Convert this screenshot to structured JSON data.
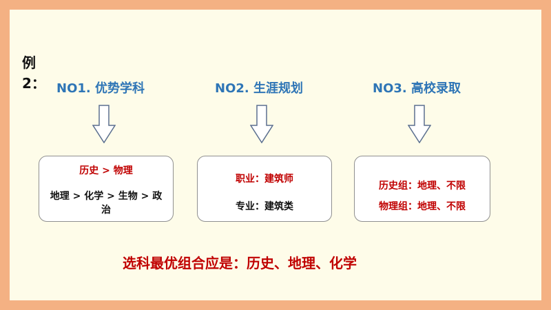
{
  "example_label": "例 2：",
  "columns": [
    {
      "heading": "NO1.  优势学科",
      "line1": "历史 > 物理",
      "line2": "地理 > 化学 > 生物 > 政治"
    },
    {
      "heading": "NO2.  生涯规划",
      "line1": "职业：建筑师",
      "line2": "专业：建筑类"
    },
    {
      "heading": "NO3.  高校录取",
      "line1": "历史组：地理、不限",
      "line2": "物理组：地理、不限"
    }
  ],
  "conclusion": "选科最优组合应是：历史、地理、化学",
  "colors": {
    "border": "#f4b183",
    "background": "#fefce9",
    "heading": "#2e75b6",
    "emphasis": "#c00000"
  }
}
